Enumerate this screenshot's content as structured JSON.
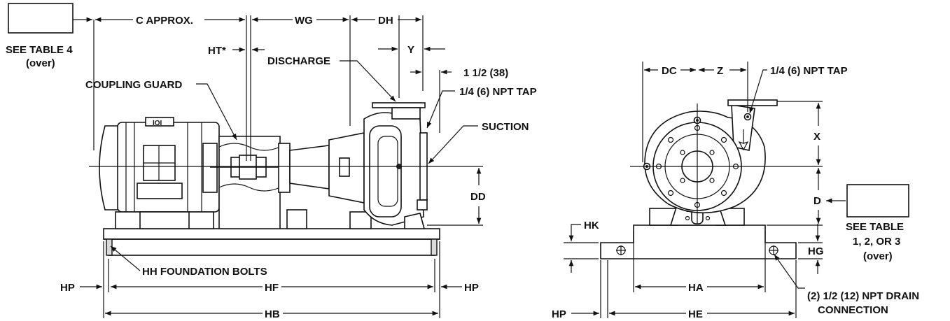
{
  "side_view": {
    "see_table_4": "SEE TABLE 4",
    "see_table_4_note": "(over)",
    "c_approx": "C APPROX.",
    "wg": "WG",
    "dh": "DH",
    "ht": "HT*",
    "y": "Y",
    "discharge": "DISCHARGE",
    "tap_size_1": "1 1/2 (38)",
    "coupling_guard": "COUPLING GUARD",
    "npt_tap": "1/4 (6) NPT TAP",
    "suction": "SUCTION",
    "dd": "DD",
    "foundation_bolts": "HH FOUNDATION BOLTS",
    "hp_left": "HP",
    "hf": "HF",
    "hp_right": "HP",
    "hb": "HB"
  },
  "end_view": {
    "dc": "DC",
    "z": "Z",
    "npt_tap": "1/4 (6) NPT TAP",
    "x": "X",
    "d": "D",
    "hk": "HK",
    "see_table_123": "SEE TABLE",
    "see_table_123_line2": "1, 2, OR 3",
    "see_table_123_note": "(over)",
    "hg": "HG",
    "ha": "HA",
    "drain_line1": "(2) 1/2 (12) NPT DRAIN",
    "drain_line2": "CONNECTION",
    "hp": "HP",
    "he": "HE"
  }
}
